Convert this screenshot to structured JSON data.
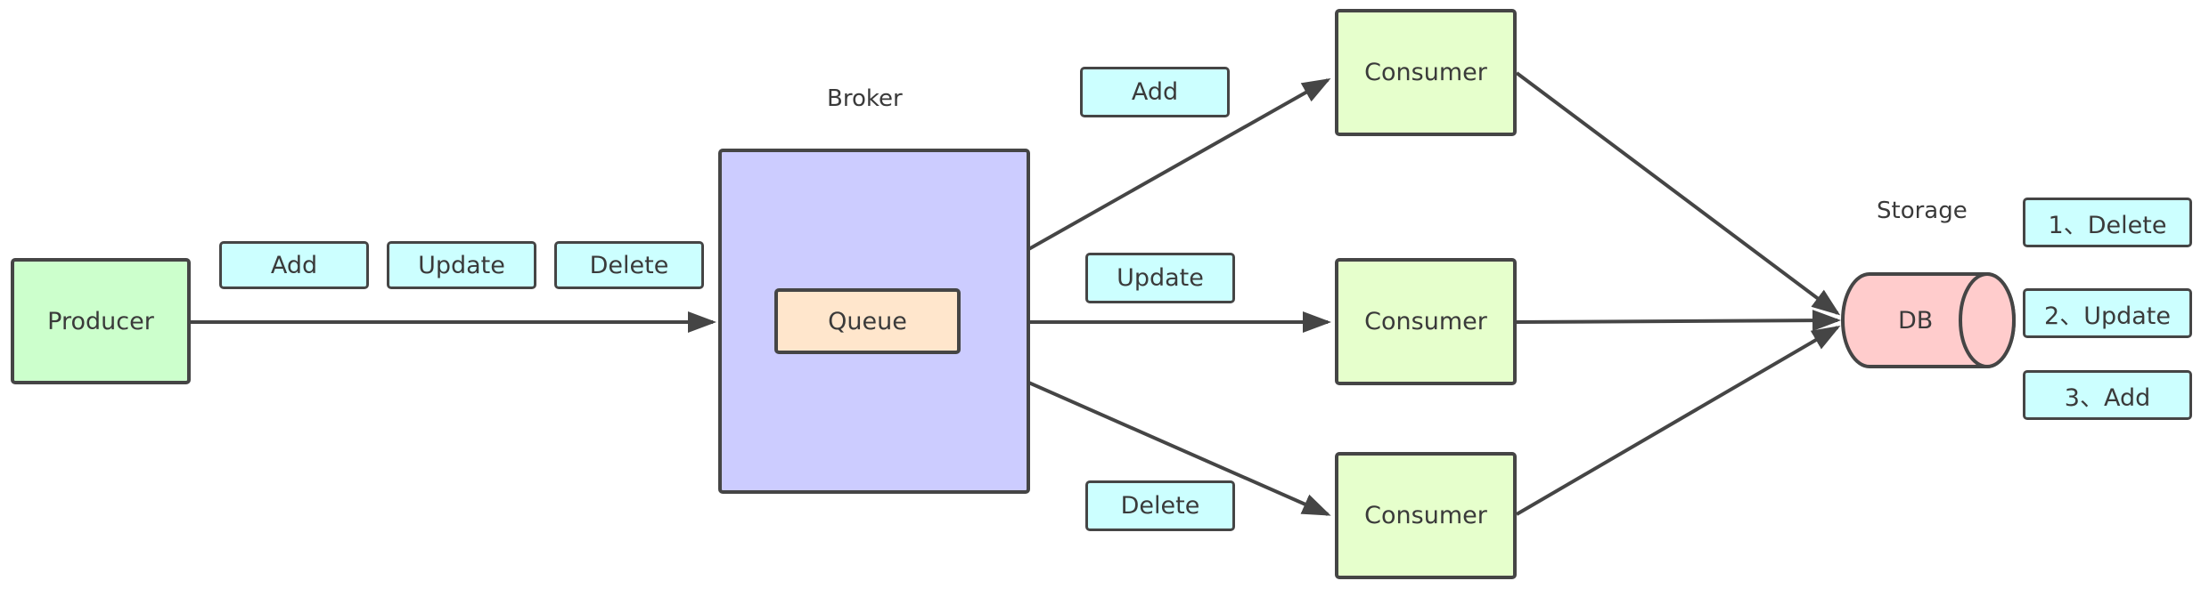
{
  "producer": {
    "label": "Producer"
  },
  "broker": {
    "title": "Broker",
    "queue_label": "Queue"
  },
  "sent_messages": [
    "Add",
    "Update",
    "Delete"
  ],
  "consumers": [
    {
      "label": "Consumer",
      "message": "Add"
    },
    {
      "label": "Consumer",
      "message": "Update"
    },
    {
      "label": "Consumer",
      "message": "Delete"
    }
  ],
  "storage": {
    "title": "Storage",
    "db_label": "DB",
    "applied_order": [
      "1、Delete",
      "2、Update",
      "3、Add"
    ]
  },
  "colors": {
    "producer": "#ccffcc",
    "broker": "#ccccff",
    "queue": "#ffe6cc",
    "consumer": "#e6ffcc",
    "message": "#ccffff",
    "db": "#ffcccc",
    "stroke": "#454545"
  }
}
